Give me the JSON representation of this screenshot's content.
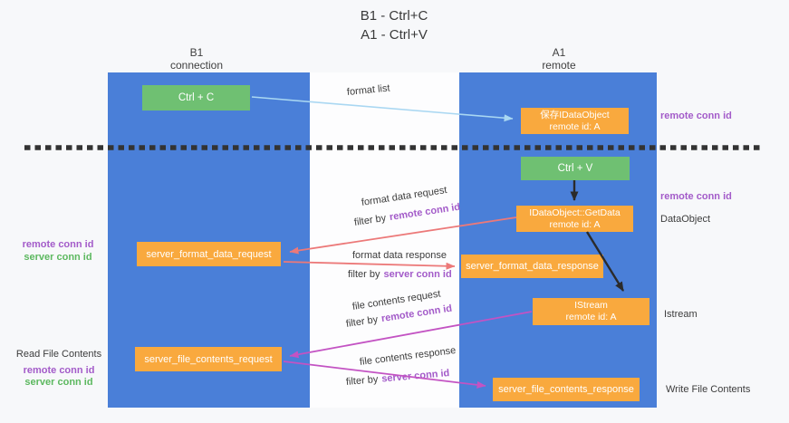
{
  "title": {
    "line1": "B1 - Ctrl+C",
    "line2": "A1 - Ctrl+V"
  },
  "lifelines": {
    "left": {
      "name": "B1",
      "role": "connection"
    },
    "right": {
      "name": "A1",
      "role": "remote"
    }
  },
  "nodes": {
    "ctrl_c": {
      "label": "Ctrl + C"
    },
    "ctrl_v": {
      "label": "Ctrl + V"
    },
    "save_idataobject": {
      "line1": "保存IDataObject",
      "line2": "remote id: A"
    },
    "idataobject_getdata": {
      "line1": "IDataObject::GetData",
      "line2": "remote id: A"
    },
    "istream": {
      "line1": "IStream",
      "line2": "remote id: A"
    },
    "server_format_data_request": {
      "label": "server_format_data_request"
    },
    "server_format_data_response": {
      "label": "server_format_data_response"
    },
    "server_file_contents_request": {
      "label": "server_file_contents_request"
    },
    "server_file_contents_response": {
      "label": "server_file_contents_response"
    }
  },
  "messages": {
    "format_list": {
      "label": "format list"
    },
    "format_data_request": {
      "label": "format data request",
      "filter_prefix": "filter by",
      "filter_key": "remote conn id"
    },
    "format_data_response": {
      "label": "format data response",
      "filter_prefix": "filter by",
      "filter_key": "server conn id"
    },
    "file_contents_request": {
      "label": "file contents request",
      "filter_prefix": "filter by",
      "filter_key": "remote conn id"
    },
    "file_contents_response": {
      "label": "file contents response",
      "filter_prefix": "filter by",
      "filter_key": "server conn id"
    }
  },
  "annotations": {
    "right_top_conn_id": "remote conn id",
    "right_mid_conn_id": "remote conn id",
    "dataobject": "DataObject",
    "istream_label": "Istream",
    "write_file_contents": "Write File Contents",
    "read_file_contents": "Read File Contents",
    "left_top": {
      "remote": "remote conn id",
      "server": "server conn id"
    },
    "left_bottom": {
      "remote": "remote conn id",
      "server": "server conn id"
    }
  },
  "colors": {
    "lifeline_blue": "#4a7fd8",
    "action_green": "#6fc072",
    "object_orange": "#f9a93e",
    "arrow_light_blue": "#a9d7f2",
    "arrow_red": "#ec7979",
    "arrow_magenta": "#c353c3",
    "arrow_black": "#2b2b2b",
    "separator_dash": "#333333",
    "text_purple": "#a35bc9",
    "text_green": "#5cb85f",
    "background": "#f7f8fa"
  }
}
